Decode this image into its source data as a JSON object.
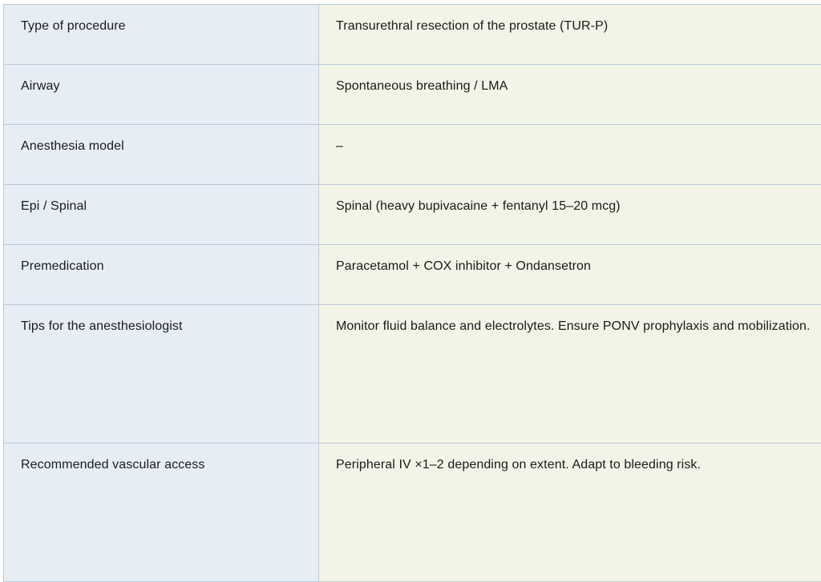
{
  "document": {
    "kind": "anesthesia-procedure-fact-table",
    "colors": {
      "label_column_background": "#e6edf4",
      "value_column_background": "#f2f4e8",
      "border": "#b9cbd9",
      "text": "#1b1b1b",
      "page_background": "#ffffff"
    }
  },
  "table": {
    "rows": [
      {
        "label": "Type of procedure",
        "value": "Transurethral resection of the prostate (TUR-P)",
        "size": "standard"
      },
      {
        "label": "Airway",
        "value": "Spontaneous breathing / LMA",
        "size": "standard"
      },
      {
        "label": "Anesthesia model",
        "value": "–",
        "size": "standard"
      },
      {
        "label": "Epi / Spinal",
        "value": "Spinal (heavy bupivacaine + fentanyl 15–20 mcg)",
        "size": "standard"
      },
      {
        "label": "Premedication",
        "value": "Paracetamol + COX inhibitor + Ondansetron",
        "size": "standard"
      },
      {
        "label": "Tips for the anesthesiologist",
        "value": "Monitor fluid balance and electrolytes. Ensure PONV prophylaxis and mobilization.",
        "size": "tall"
      },
      {
        "label": "Recommended vascular access",
        "value": "Peripheral IV ×1–2 depending on extent. Adapt to bleeding risk.",
        "size": "tall"
      }
    ]
  }
}
